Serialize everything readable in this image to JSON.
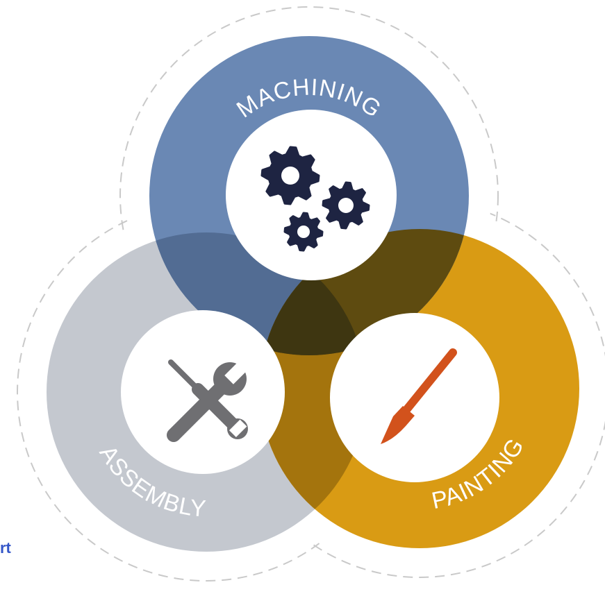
{
  "diagram": {
    "circles": [
      {
        "label": "MACHINING",
        "icon": "gears-icon",
        "color": "#6a88b4",
        "label_color": "#ffffff",
        "icon_color": "#1e2442"
      },
      {
        "label": "ASSEMBLY",
        "icon": "wrench-screwdriver-icon",
        "color": "#c4c8cf",
        "label_color": "#ffffff",
        "icon_color": "#6f6f72"
      },
      {
        "label": "PAINTING",
        "icon": "paintbrush-icon",
        "color": "#d99b14",
        "label_color": "#ffffff",
        "icon_color": "#d2521c"
      }
    ],
    "overlap_colors": {
      "machining_assembly": "#526c93",
      "machining_painting": "#5e4b10",
      "assembly_painting": "#a4740d",
      "center": "#3e3611"
    },
    "outline_color": "#c9c9c9"
  },
  "fragment_text": "rt"
}
